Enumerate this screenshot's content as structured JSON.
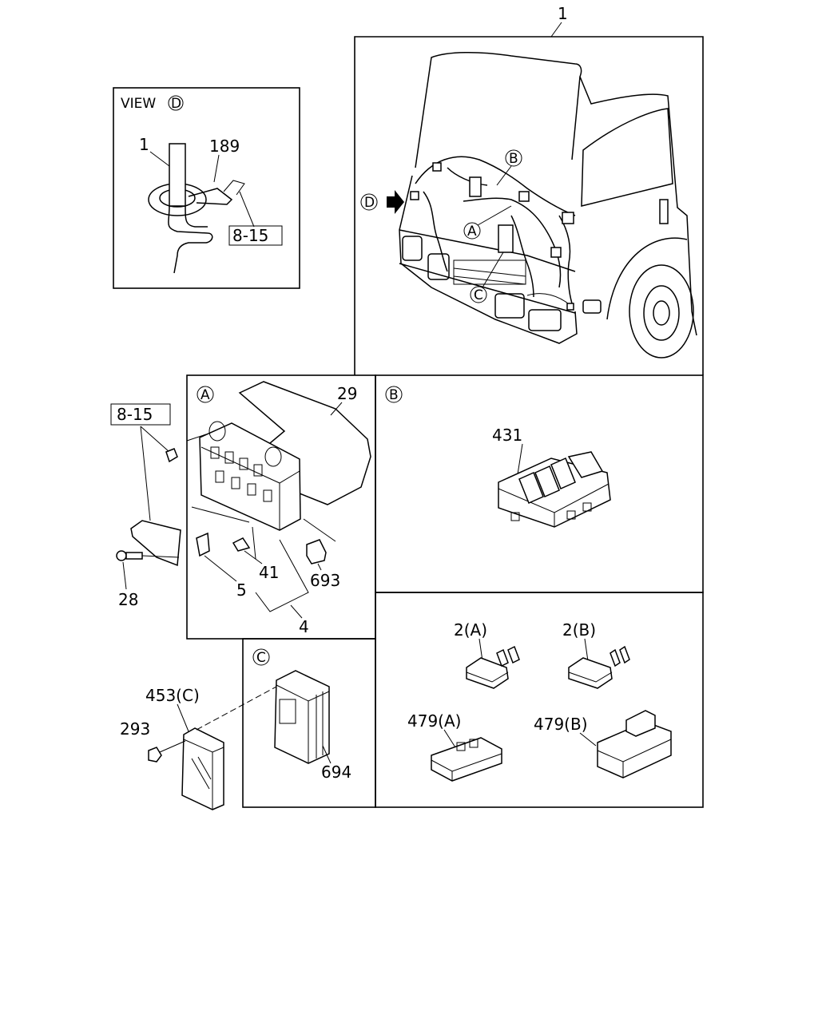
{
  "top_callout": "1",
  "view_d": {
    "title": "VIEW",
    "title_ref": "D",
    "callouts": [
      "1",
      "189"
    ],
    "ref_box": "8-15"
  },
  "truck": {
    "arrow_ref": "D",
    "markers": [
      "B",
      "A",
      "C"
    ]
  },
  "panel_a": {
    "marker": "A",
    "ref_box": "8-15",
    "callouts": [
      "29",
      "41",
      "5",
      "693",
      "4",
      "28"
    ]
  },
  "panel_b": {
    "marker": "B",
    "callouts": [
      "431"
    ]
  },
  "panel_c": {
    "marker": "C",
    "callouts": [
      "453(C)",
      "293",
      "694"
    ]
  },
  "panel_parts": {
    "callouts": [
      "2(A)",
      "2(B)",
      "479(A)",
      "479(B)"
    ]
  }
}
